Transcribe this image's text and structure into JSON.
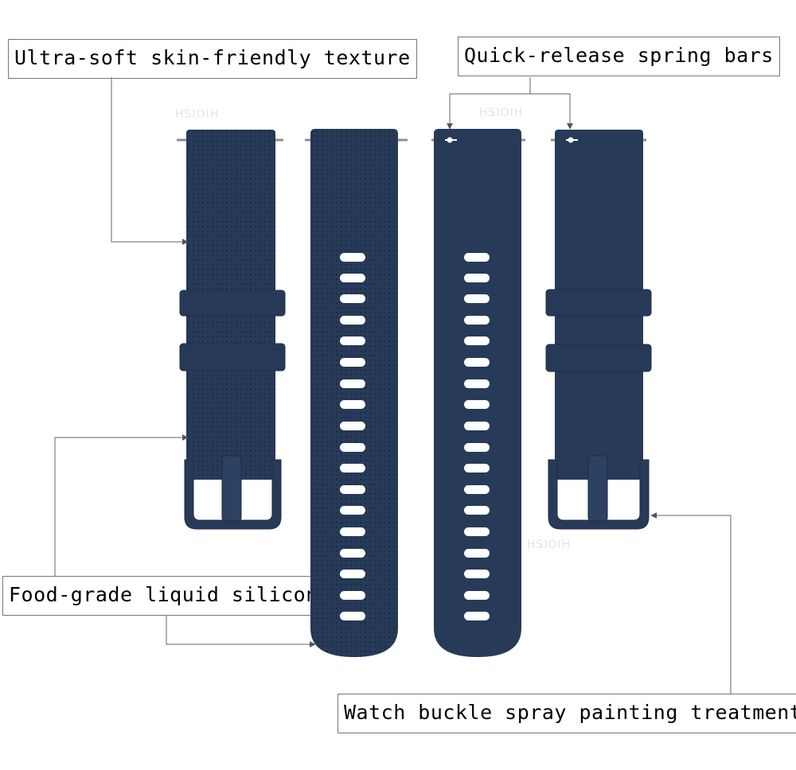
{
  "labels": {
    "texture": "Ultra-soft skin-friendly texture",
    "spring_bars": "Quick-release spring bars",
    "silicone": "Food-grade liquid silicone",
    "buckle": "Watch buckle spray painting treatment"
  },
  "watermark": "HSIOIH",
  "colors": {
    "strap": "#273a58",
    "strap_dark": "#1d2d47",
    "leader_line": "#666666",
    "background": "#ffffff"
  }
}
